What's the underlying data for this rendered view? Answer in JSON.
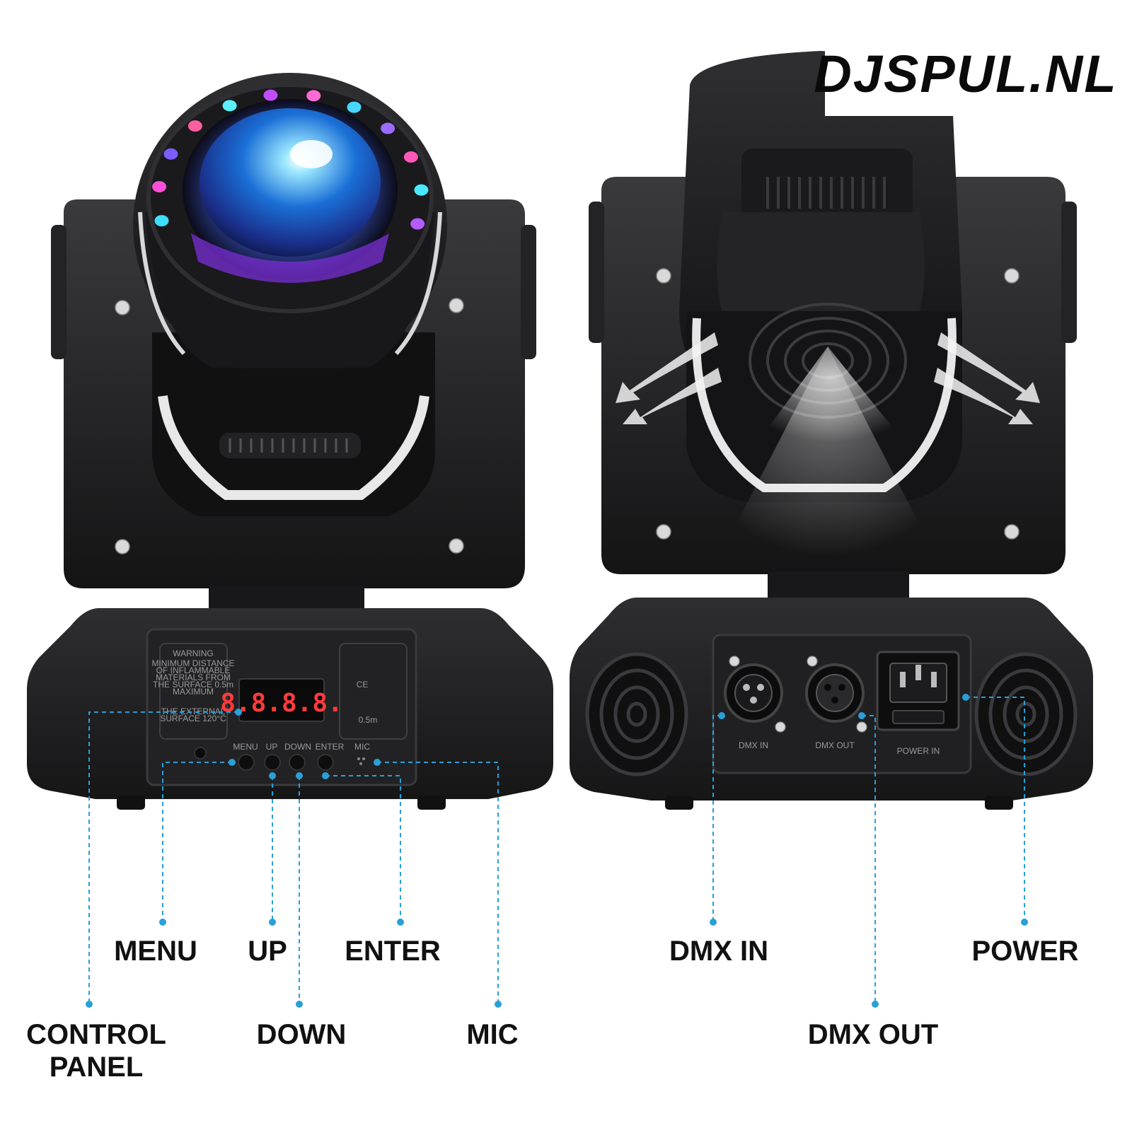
{
  "brand": {
    "logo_text": "DJSPUL.NL"
  },
  "panel": {
    "display": "8.8.8.8.",
    "buttons": [
      "MENU",
      "UP",
      "DOWN",
      "ENTER",
      "MIC"
    ],
    "warning_title": "WARNING",
    "warning_lines": [
      "MINIMUM DISTANCE",
      "OF INFLAMMABLE",
      "MATERIALS FROM",
      "THE SURFACE 0.5m",
      "MAXIMUM",
      "THE EXTERNAL",
      "SURFACE 120°C"
    ],
    "distance_mark": "0.5m"
  },
  "rear": {
    "dmx_in": "DMX IN",
    "dmx_out": "DMX OUT",
    "power_in": "POWER IN"
  },
  "callouts": {
    "control_panel_line1": "CONTROL",
    "control_panel_line2": "PANEL",
    "menu": "MENU",
    "up": "UP",
    "down": "DOWN",
    "enter": "ENTER",
    "mic": "MIC",
    "dmx_in": "DMX IN",
    "dmx_out": "DMX OUT",
    "power": "POWER"
  },
  "colors": {
    "callout_line": "#2a9fd8",
    "body_dark": "#1c1c1e",
    "display_red": "#ff3b3b"
  }
}
